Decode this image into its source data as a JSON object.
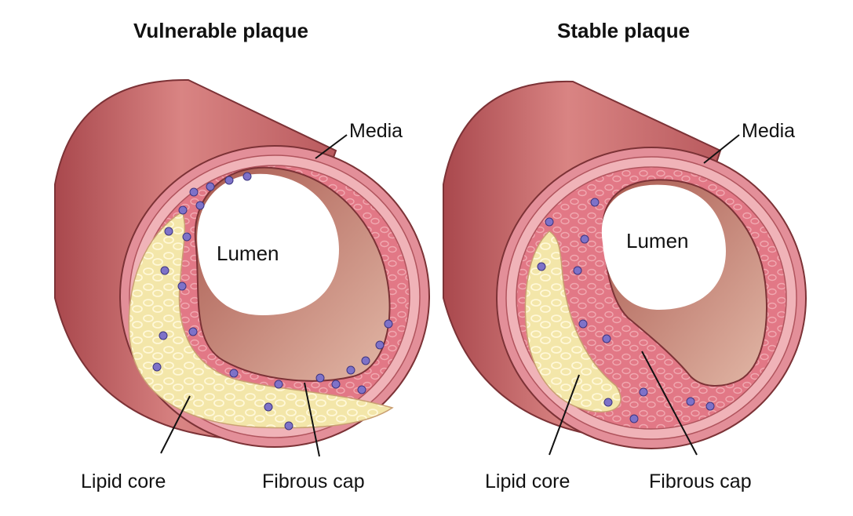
{
  "panels": [
    {
      "title": "Vulnerable plaque",
      "labels": {
        "media": "Media",
        "lumen": "Lumen",
        "lipid_core": "Lipid core",
        "fibrous_cap": "Fibrous cap"
      }
    },
    {
      "title": "Stable plaque",
      "labels": {
        "media": "Media",
        "lumen": "Lumen",
        "lipid_core": "Lipid core",
        "fibrous_cap": "Fibrous cap"
      }
    }
  ],
  "colors": {
    "outer_vessel": "#c96a6c",
    "outer_vessel_dark": "#9e4448",
    "media": "#e7909a",
    "intima": "#de7480",
    "lipid": "#f3e6a9",
    "lumen_inner": "#c98576",
    "cell": "#7e72c8",
    "text": "#111111"
  }
}
